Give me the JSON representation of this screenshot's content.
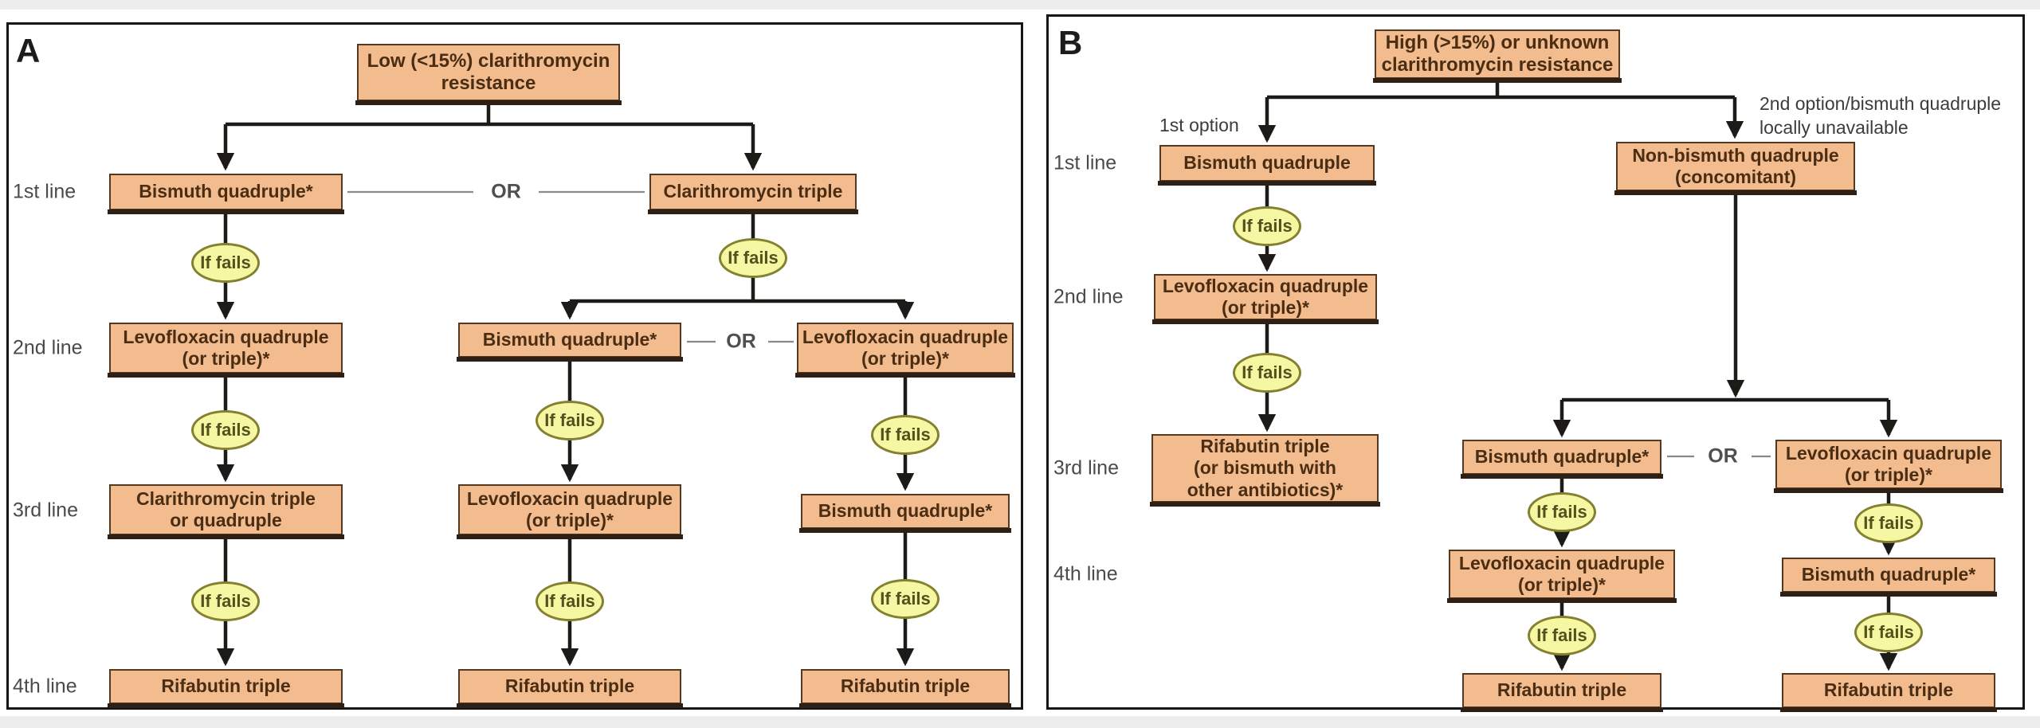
{
  "shared": {
    "if_fails_label": "If fails",
    "or_label": "OR",
    "line_labels": [
      "1st line",
      "2nd line",
      "3rd line",
      "4th line"
    ]
  },
  "panelA": {
    "label": "A",
    "title": "Low (<15%) clarithromycin\nresistance",
    "nodes": {
      "r1_left": "Bismuth quadruple*",
      "r1_right": "Clarithromycin triple",
      "r2_left": "Levofloxacin quadruple\n(or triple)*",
      "r2_mid": "Bismuth quadruple*",
      "r2_right": "Levofloxacin quadruple\n(or triple)*",
      "r3_left": "Clarithromycin triple\nor quadruple",
      "r3_mid": "Levofloxacin quadruple\n(or triple)*",
      "r3_right": "Bismuth quadruple*",
      "r4_left": "Rifabutin triple",
      "r4_mid": "Rifabutin triple",
      "r4_right": "Rifabutin triple"
    }
  },
  "panelB": {
    "label": "B",
    "title": "High (>15%) or unknown\nclarithromycin resistance",
    "first_option_label": "1st option",
    "second_option_note": "2nd option/bismuth quadruple\nlocally unavailable",
    "nodes": {
      "r1_left": "Bismuth quadruple",
      "r1_right": "Non-bismuth quadruple\n(concomitant)",
      "r2_left": "Levofloxacin quadruple\n(or triple)*",
      "r3_left": "Rifabutin triple\n(or bismuth with\nother antibiotics)*",
      "r3_subleft": "Bismuth quadruple*",
      "r3_subright": "Levofloxacin quadruple\n(or triple)*",
      "r4_subleft": "Levofloxacin quadruple\n(or triple)*",
      "r4_subright": "Bismuth quadruple*",
      "r5_subleft": "Rifabutin triple",
      "r5_subright": "Rifabutin triple"
    }
  },
  "colors": {
    "box_fill": "#F3BC8E",
    "box_border": "#54381F",
    "box_shadow": "#2E2014",
    "ellipse_fill": "#F5F7A2",
    "ellipse_border": "#83802F",
    "arrow": "#1D1B18",
    "box_text": "#4A2D12",
    "label_text": "#4A4A4A"
  }
}
